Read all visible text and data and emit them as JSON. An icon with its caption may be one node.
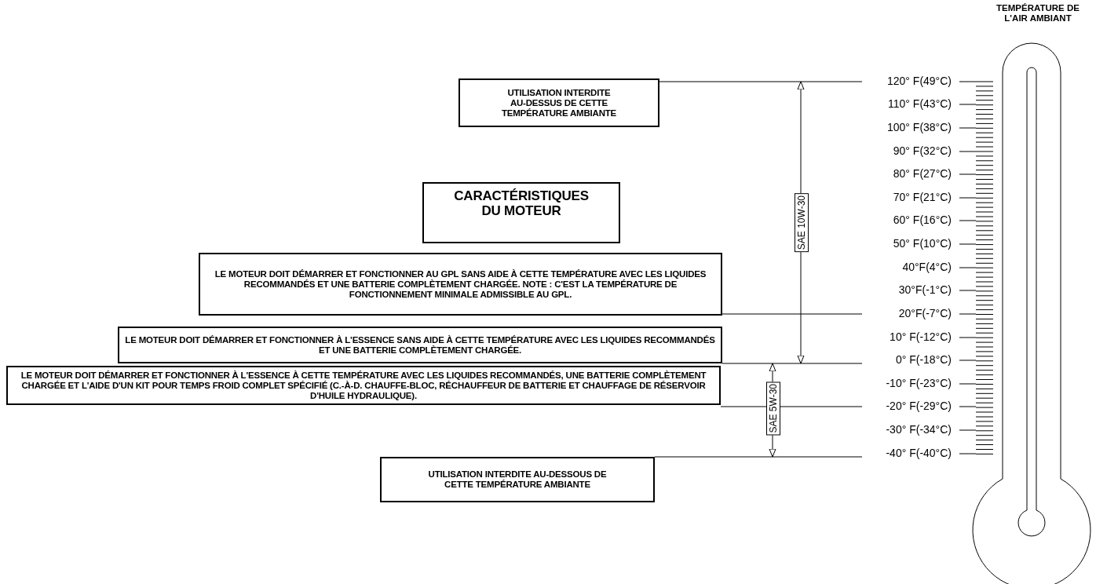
{
  "diagram": {
    "nodes": [
      {
        "text": [
          "UTILISATION INTERDITE AU-DESSUS DE CETTE TEMPÉRATURE AMBIANTE"
        ]
      },
      {
        "text": [
          "CARACTÉRISTIQUES DU MOTEUR"
        ]
      },
      {
        "text": [
          "LE MOTEUR DOIT DÉMARRER ET FONCTIONNER AU GPL SANS AIDE À CETTE TEMPÉRATURE AVEC LES LIQUIDES RECOMMANDÉS ET UNE BATTERIE COMPLÈTEMENT CHARGÉE.     NOTE : C'EST LA TEMPÉRATURE DE FONCTIONNEMENT MINIMALE ADMISSIBLE AU GPL."
        ]
      },
      {
        "text": [
          "LE MOTEUR DOIT DÉMARRER ET FONCTIONNER À L'ESSENCE SANS AIDE À CETTE TEMPÉRATURE AVEC LES LIQUIDES RECOMMANDÉS ET UNE BATTERIE COMPLÈTEMENT CHARGÉE."
        ]
      },
      {
        "text": [
          "LE MOTEUR DOIT DÉMARRER ET FONCTIONNER À L'ESSENCE À CETTE TEMPÉRATURE AVEC LES LIQUIDES RECOMMANDÉS, UNE BATTERIE COMPLÈTEMENT CHARGÉE ET L'AIDE D'UN KIT POUR TEMPS FROID COMPLET SPÉCIFIÉ (C.-À-D. CHAUFFE-BLOC, RÉCHAUFFEUR DE BATTERIE ET CHAUFFAGE DE RÉSERVOIR D'HUILE HYDRAULIQUE)."
        ]
      },
      {
        "text": [
          "UTILISATION INTERDITE AU-DESSOUS DE CETTE TEMPÉRATURE AMBIANTE"
        ]
      },
      {
        "text": [
          "120° F(49°C)"
        ]
      },
      {
        "text": [
          "110° F(43°C)"
        ]
      },
      {
        "text": [
          "100° F(38°C)"
        ]
      },
      {
        "text": [
          "90° F(32°C)"
        ]
      },
      {
        "text": [
          "80° F(27°C)"
        ]
      },
      {
        "text": [
          "70° F(21°C)"
        ]
      },
      {
        "text": [
          "60° F(16°C)"
        ]
      },
      {
        "text": [
          "50° F(10°C)"
        ]
      },
      {
        "text": [
          "40°F(4°C)"
        ]
      },
      {
        "text": [
          "30°F(-1°C)"
        ]
      },
      {
        "text": [
          "20°F(-7°C)"
        ]
      },
      {
        "text": [
          "10° F(-12°C)"
        ]
      },
      {
        "text": [
          "0° F(-18°C)"
        ]
      },
      {
        "text": [
          "-10° F(-23°C)"
        ]
      },
      {
        "text": [
          "-20° F(-29°C)"
        ]
      },
      {
        "text": [
          "-30° F(-34°C)"
        ]
      },
      {
        "text": [
          "-40° F(-40°C)"
        ]
      },
      {
        "text": [
          "TEMPÉRATURE DE L'AIR AMBIANT"
        ]
      }
    ],
    "edges": [
      {
        "from": 0,
        "to": 6,
        "arrow": "none"
      },
      {
        "from": 2,
        "to": 16,
        "arrow": "none"
      },
      {
        "from": 3,
        "to": 18,
        "arrow": "none"
      },
      {
        "from": 4,
        "to": 20,
        "arrow": "none"
      },
      {
        "from": 5,
        "to": 22,
        "arrow": "none"
      }
    ],
    "labels": [
      "SAE 10W-30",
      "SAE 5W-30"
    ]
  }
}
